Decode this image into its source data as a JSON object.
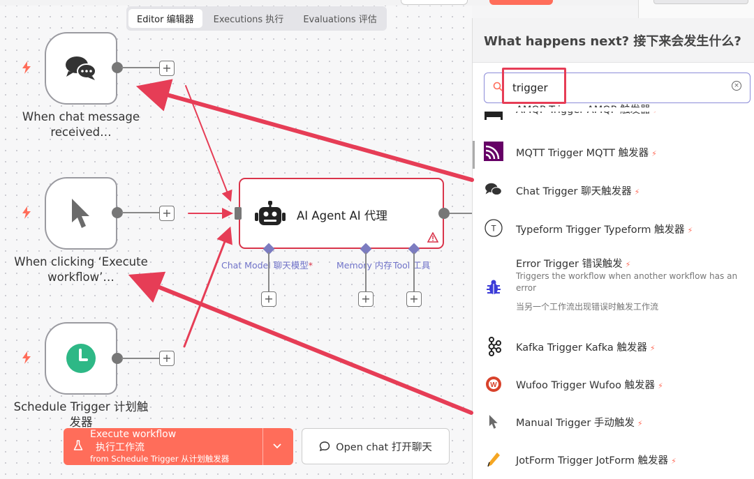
{
  "tabs": [
    {
      "label": "Editor 编辑器"
    },
    {
      "label": "Executions 执行"
    },
    {
      "label": "Evaluations 评估"
    }
  ],
  "nodes": {
    "chat": {
      "label_line1": "When chat message",
      "label_line2": "received…"
    },
    "manual": {
      "label_line1": "When clicking ‘Execute",
      "label_line2": "workflow’…"
    },
    "schedule": {
      "label_line1": "Schedule Trigger 计划触",
      "label_line2": "发器"
    }
  },
  "agent": {
    "title": "AI Agent  AI 代理",
    "chat_model_label": "Chat Model 聊天模型",
    "required_mark": "*",
    "memory_label": "Memory 内存",
    "tool_label": "Tool 工具"
  },
  "execute_button": {
    "line1": "Execute workflow",
    "line2": "执行工作流",
    "line3": "from Schedule Trigger 从计划触发器"
  },
  "open_chat_button": {
    "label": "Open chat 打开聊天"
  },
  "panel": {
    "title": "What happens next? 接下来会发生什么?",
    "search_value": "trigger",
    "items": [
      {
        "title": "AMQP Trigger  AMQP 触发器",
        "icon": "amqp-icon"
      },
      {
        "title": "MQTT Trigger  MQTT 触发器",
        "icon": "mqtt-icon"
      },
      {
        "title": "Chat Trigger  聊天触发器",
        "icon": "chat-bubbles-icon"
      },
      {
        "title": "Typeform Trigger  Typeform 触发器",
        "icon": "typeform-icon"
      },
      {
        "title": "Error Trigger  错误触发",
        "icon": "bug-icon",
        "desc": "Triggers the workflow when another workflow has an error",
        "desc_cn": "当另一个工作流出现错误时触发工作流"
      },
      {
        "title": "Kafka Trigger  Kafka 触发器",
        "icon": "kafka-icon"
      },
      {
        "title": "Wufoo Trigger  Wufoo 触发器",
        "icon": "wufoo-icon"
      },
      {
        "title": "Manual Trigger  手动触发",
        "icon": "cursor-icon"
      },
      {
        "title": "JotForm Trigger  JotForm 触发器",
        "icon": "jotform-icon"
      }
    ]
  },
  "colors": {
    "accent": "#ff6d5a",
    "danger": "#d9344a",
    "annotation": "#e63d56",
    "ai_link": "#6f72c8"
  }
}
